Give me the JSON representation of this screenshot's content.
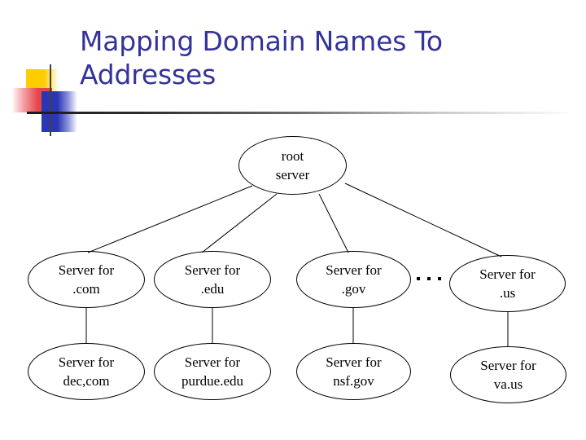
{
  "slide": {
    "title": "Mapping Domain Names To Addresses",
    "accent_color": "#333399",
    "logo": {
      "yellow": "#ffcc00",
      "red": "#e8454b",
      "blue": "#2b36b5",
      "rule": "#1a1a1a"
    }
  },
  "diagram": {
    "type": "tree",
    "ellipsis_label": "· · ·",
    "root": {
      "line1": "root",
      "line2": "server"
    },
    "level2": [
      {
        "line1": "Server for",
        "line2": ".com"
      },
      {
        "line1": "Server for",
        "line2": ".edu"
      },
      {
        "line1": "Server for",
        "line2": ".gov"
      },
      {
        "line1": "Server for",
        "line2": ".us"
      }
    ],
    "level3": [
      {
        "line1": "Server for",
        "line2": "dec,com"
      },
      {
        "line1": "Server for",
        "line2": "purdue.edu"
      },
      {
        "line1": "Server for",
        "line2": "nsf.gov"
      },
      {
        "line1": "Server for",
        "line2": "va.us"
      }
    ]
  }
}
